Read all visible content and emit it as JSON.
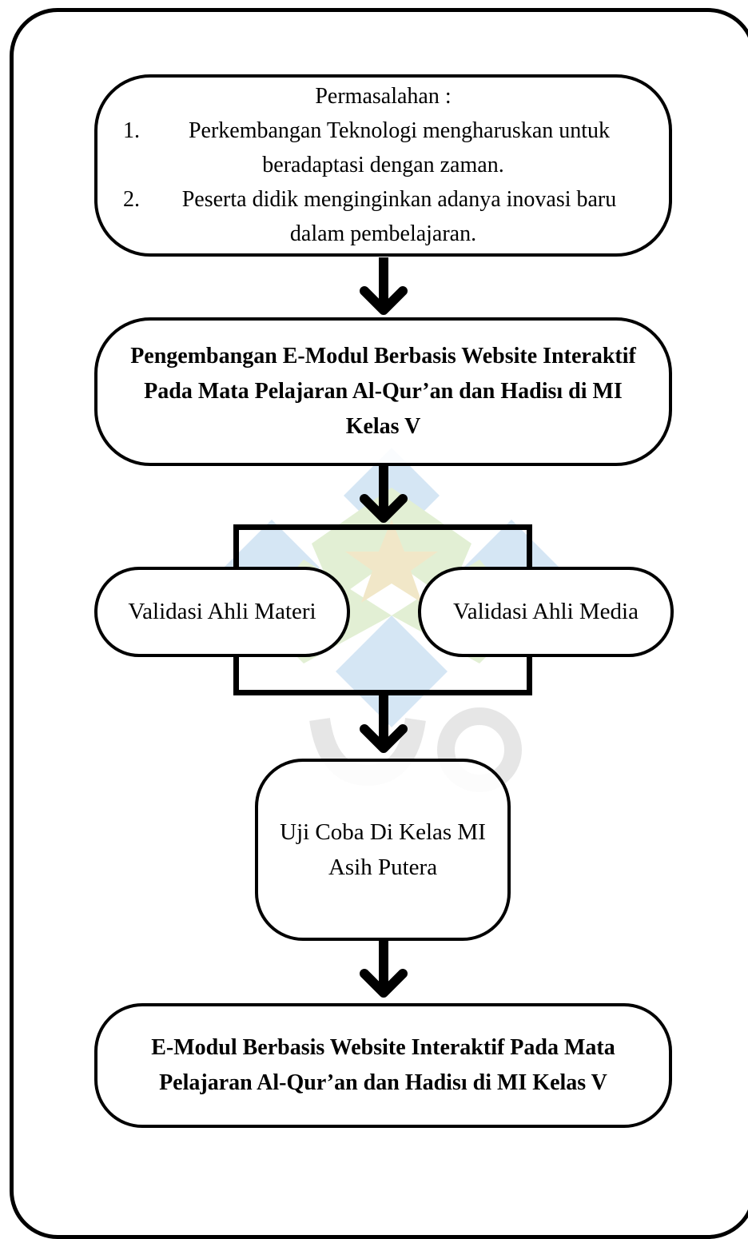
{
  "problems": {
    "title": "Permasalahan :",
    "items": [
      {
        "number": "1.",
        "line1": "Perkembangan Teknologi mengharuskan untuk",
        "line2": "beradaptasi dengan zaman."
      },
      {
        "number": "2.",
        "line1": "Peserta didik menginginkan adanya inovasi baru",
        "line2": "dalam pembelajaran."
      }
    ]
  },
  "development": {
    "line1": "Pengembangan E-Modul Berbasis Website Interaktif",
    "line2": "Pada Mata Pelajaran Al-Qur’an dan Hadisı di MI",
    "line3": "Kelas V"
  },
  "validation": {
    "materi": "Validasi Ahli Materi",
    "media": "Validasi Ahli Media"
  },
  "trial": {
    "line1": "Uji Coba Di Kelas MI",
    "line2": "Asih Putera"
  },
  "result": {
    "line1": "E-Modul Berbasis Website Interaktif Pada Mata",
    "line2": "Pelajaran Al-Qur’an dan Hadisı di MI Kelas V"
  },
  "colors": {
    "stroke": "#000000",
    "watermark_blue": "#5b9bd5",
    "watermark_green": "#8cc152",
    "watermark_gold": "#c9a227"
  }
}
